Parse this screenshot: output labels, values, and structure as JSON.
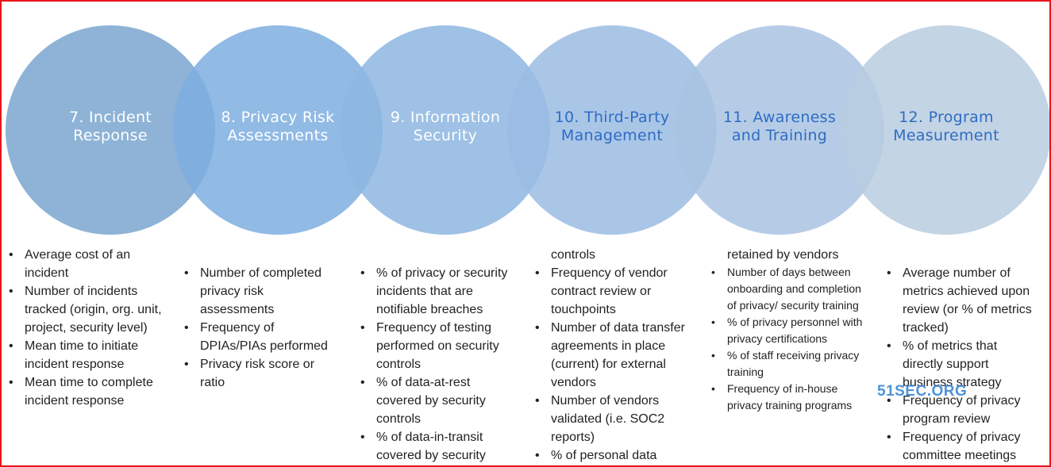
{
  "colors": {
    "border": "#e8151b",
    "circle_1": "#7aa6cf",
    "circle_2": "#7eaee0",
    "circle_3": "#8db6e1",
    "circle_4": "#9bbce3",
    "circle_5": "#a9c3e2",
    "circle_6": "#b8ccdf",
    "title_white": "#ffffff",
    "title_blue": "#2e6cc4",
    "watermark": "#2e7fd2"
  },
  "circles": [
    {
      "title": "7. Incident Response",
      "line1": "7. Incident",
      "line2": "Response",
      "text_color": "#ffffff"
    },
    {
      "title": "8. Privacy Risk Assessments",
      "line1": "8. Privacy Risk",
      "line2": "Assessments",
      "text_color": "#ffffff"
    },
    {
      "title": "9. Information Security",
      "line1": "9. Information",
      "line2": "Security",
      "text_color": "#ffffff"
    },
    {
      "title": "10. Third-Party Management",
      "line1": "10. Third-Party",
      "line2": "Management",
      "text_color": "#2e6cc4"
    },
    {
      "title": "11. Awareness and Training",
      "line1": "11. Awareness",
      "line2": "and Training",
      "text_color": "#2e6cc4"
    },
    {
      "title": "12. Program Measurement",
      "line1": "12. Program",
      "line2": "Measurement",
      "text_color": "#2e6cc4"
    }
  ],
  "metrics": [
    {
      "continuation": "",
      "items": [
        "Average cost of an incident",
        "Number of incidents tracked (origin, org. unit, project, security level)",
        "Mean time to initiate incident response",
        "Mean time to complete incident response"
      ]
    },
    {
      "continuation": "",
      "items": [
        "Number of completed privacy risk assessments",
        "Frequency of DPIAs/PIAs performed",
        "Privacy risk score or ratio"
      ]
    },
    {
      "continuation": "",
      "items": [
        "% of privacy or security incidents that are notifiable breaches",
        "Frequency of testing performed on security controls",
        "% of data-at-rest covered by security controls",
        "% of data-in-transit covered by security"
      ]
    },
    {
      "continuation": "controls",
      "items": [
        "Frequency of vendor contract review or touchpoints",
        "Number of data transfer agreements in place (current) for external vendors",
        "Number of vendors validated (i.e. SOC2 reports)",
        "% of personal data"
      ]
    },
    {
      "continuation": "retained by vendors",
      "items": [
        "Number of days between onboarding and completion of privacy/ security training",
        "% of privacy personnel with privacy certifications",
        "% of staff receiving privacy training",
        "Frequency of in-house privacy training programs"
      ]
    },
    {
      "continuation": "",
      "items": [
        "Average number of metrics achieved upon review (or % of metrics tracked)",
        "% of metrics that directly support business strategy",
        "Frequency of privacy program review",
        "Frequency of privacy committee meetings"
      ]
    }
  ],
  "watermark": "51SEC.ORG"
}
